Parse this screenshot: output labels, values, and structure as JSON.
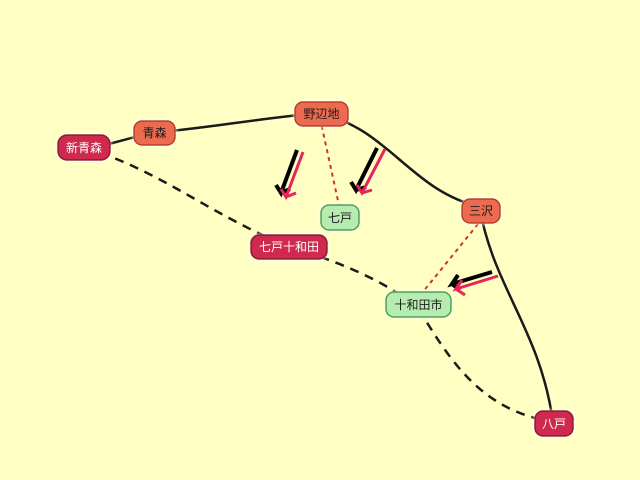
{
  "stations": {
    "shin_aomori": {
      "label": "新青森",
      "type": "shinkansen"
    },
    "aomori": {
      "label": "青森",
      "type": "existing"
    },
    "noheji": {
      "label": "野辺地",
      "type": "existing"
    },
    "shichinohe": {
      "label": "七戸",
      "type": "proposed"
    },
    "shichinohe_towada": {
      "label": "七戸十和田",
      "type": "shinkansen"
    },
    "misawa": {
      "label": "三沢",
      "type": "existing"
    },
    "towada_shi": {
      "label": "十和田市",
      "type": "proposed"
    },
    "hachinohe": {
      "label": "八戸",
      "type": "shinkansen"
    }
  },
  "colors": {
    "background": "#ffffc4",
    "existing_fill": "#ec6a50",
    "existing_stroke": "#b83a22",
    "shinkansen_fill": "#cf2a4e",
    "shinkansen_stroke": "#8a1530",
    "proposed_fill": "#b6ecb0",
    "proposed_stroke": "#4aa050",
    "solid_line": "#1a1a1a",
    "dashed_line": "#1a1a1a",
    "branch_line": "#d23030",
    "arrow_pink": "#e8245a",
    "arrow_black": "#000000"
  },
  "legend_icons": [
    "arrow-icon",
    "arrow-icon",
    "arrow-icon"
  ]
}
